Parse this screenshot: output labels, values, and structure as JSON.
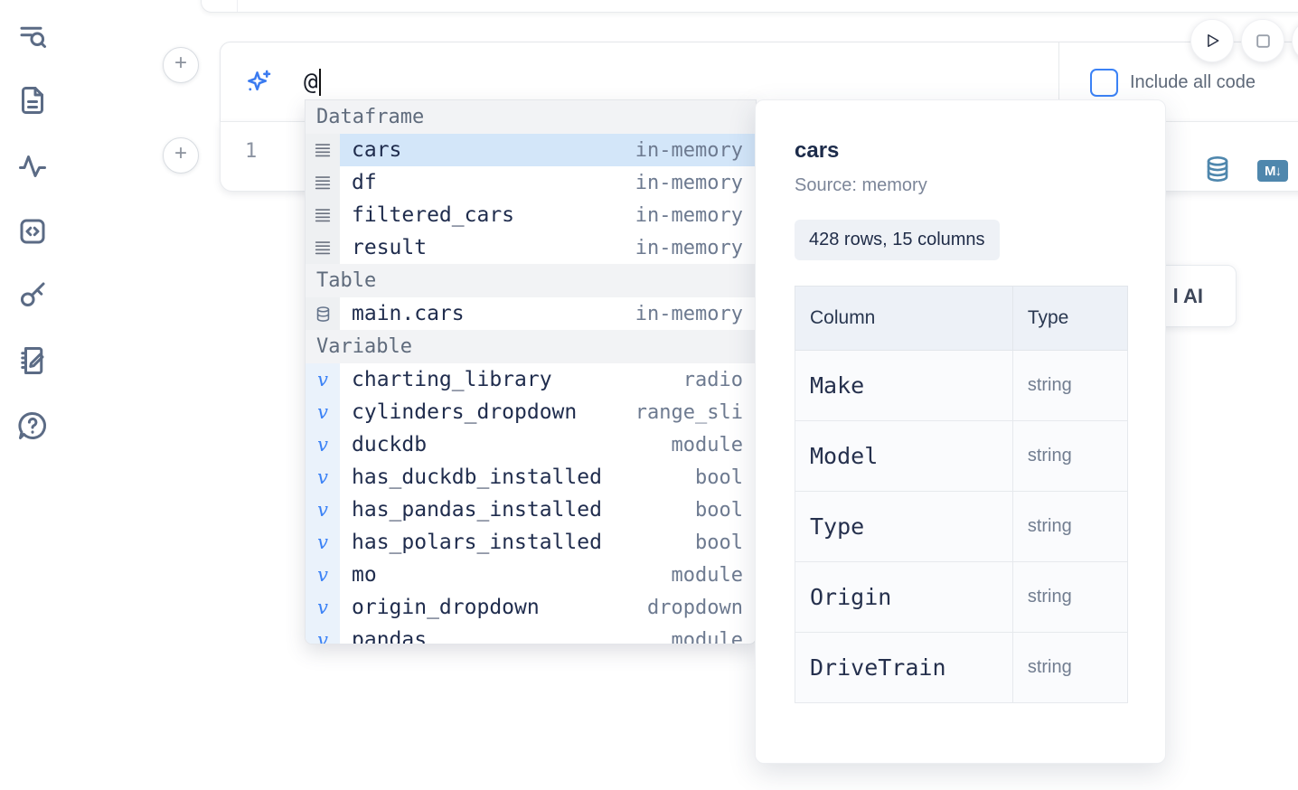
{
  "colors": {
    "accent_blue": "#3b82f6",
    "steel_blue": "#4f87ad",
    "selection_blue": "#d3e6f9"
  },
  "sidebar": {
    "icons": [
      {
        "name": "toc-search-icon"
      },
      {
        "name": "document-icon"
      },
      {
        "name": "activity-icon"
      },
      {
        "name": "snippets-icon"
      },
      {
        "name": "key-icon"
      },
      {
        "name": "scratchpad-icon"
      },
      {
        "name": "help-icon"
      }
    ]
  },
  "toolbar": {
    "include_all_code_label": "Include all code"
  },
  "prompt": {
    "value": "@"
  },
  "editor": {
    "line_number": "1",
    "markdown_badge": "M↓"
  },
  "ai_button": {
    "visible_label": "l AI"
  },
  "add_buttons": {
    "plus_label": "+"
  },
  "autocomplete": {
    "sections": [
      {
        "label": "Dataframe",
        "icon": "dataframe-icon",
        "kind": "df",
        "items": [
          {
            "name": "cars",
            "detail": "in-memory",
            "selected": true
          },
          {
            "name": "df",
            "detail": "in-memory",
            "selected": false
          },
          {
            "name": "filtered_cars",
            "detail": "in-memory",
            "selected": false
          },
          {
            "name": "result",
            "detail": "in-memory",
            "selected": false
          }
        ]
      },
      {
        "label": "Table",
        "icon": "database-icon",
        "kind": "table",
        "items": [
          {
            "name": "main.cars",
            "detail": "in-memory",
            "selected": false
          }
        ]
      },
      {
        "label": "Variable",
        "icon": "variable-icon",
        "kind": "var",
        "items": [
          {
            "name": "charting_library",
            "detail": "radio",
            "selected": false
          },
          {
            "name": "cylinders_dropdown",
            "detail": "range_sli",
            "selected": false
          },
          {
            "name": "duckdb",
            "detail": "module",
            "selected": false
          },
          {
            "name": "has_duckdb_installed",
            "detail": "bool",
            "selected": false
          },
          {
            "name": "has_pandas_installed",
            "detail": "bool",
            "selected": false
          },
          {
            "name": "has_polars_installed",
            "detail": "bool",
            "selected": false
          },
          {
            "name": "mo",
            "detail": "module",
            "selected": false
          },
          {
            "name": "origin_dropdown",
            "detail": "dropdown",
            "selected": false
          },
          {
            "name": "pandas",
            "detail": "module",
            "selected": false
          }
        ]
      }
    ]
  },
  "preview": {
    "title": "cars",
    "source": "Source: memory",
    "shape": "428 rows, 15 columns",
    "table": {
      "headers": [
        "Column",
        "Type"
      ],
      "rows": [
        [
          "Make",
          "string"
        ],
        [
          "Model",
          "string"
        ],
        [
          "Type",
          "string"
        ],
        [
          "Origin",
          "string"
        ],
        [
          "DriveTrain",
          "string"
        ],
        [
          "",
          ""
        ]
      ]
    }
  }
}
